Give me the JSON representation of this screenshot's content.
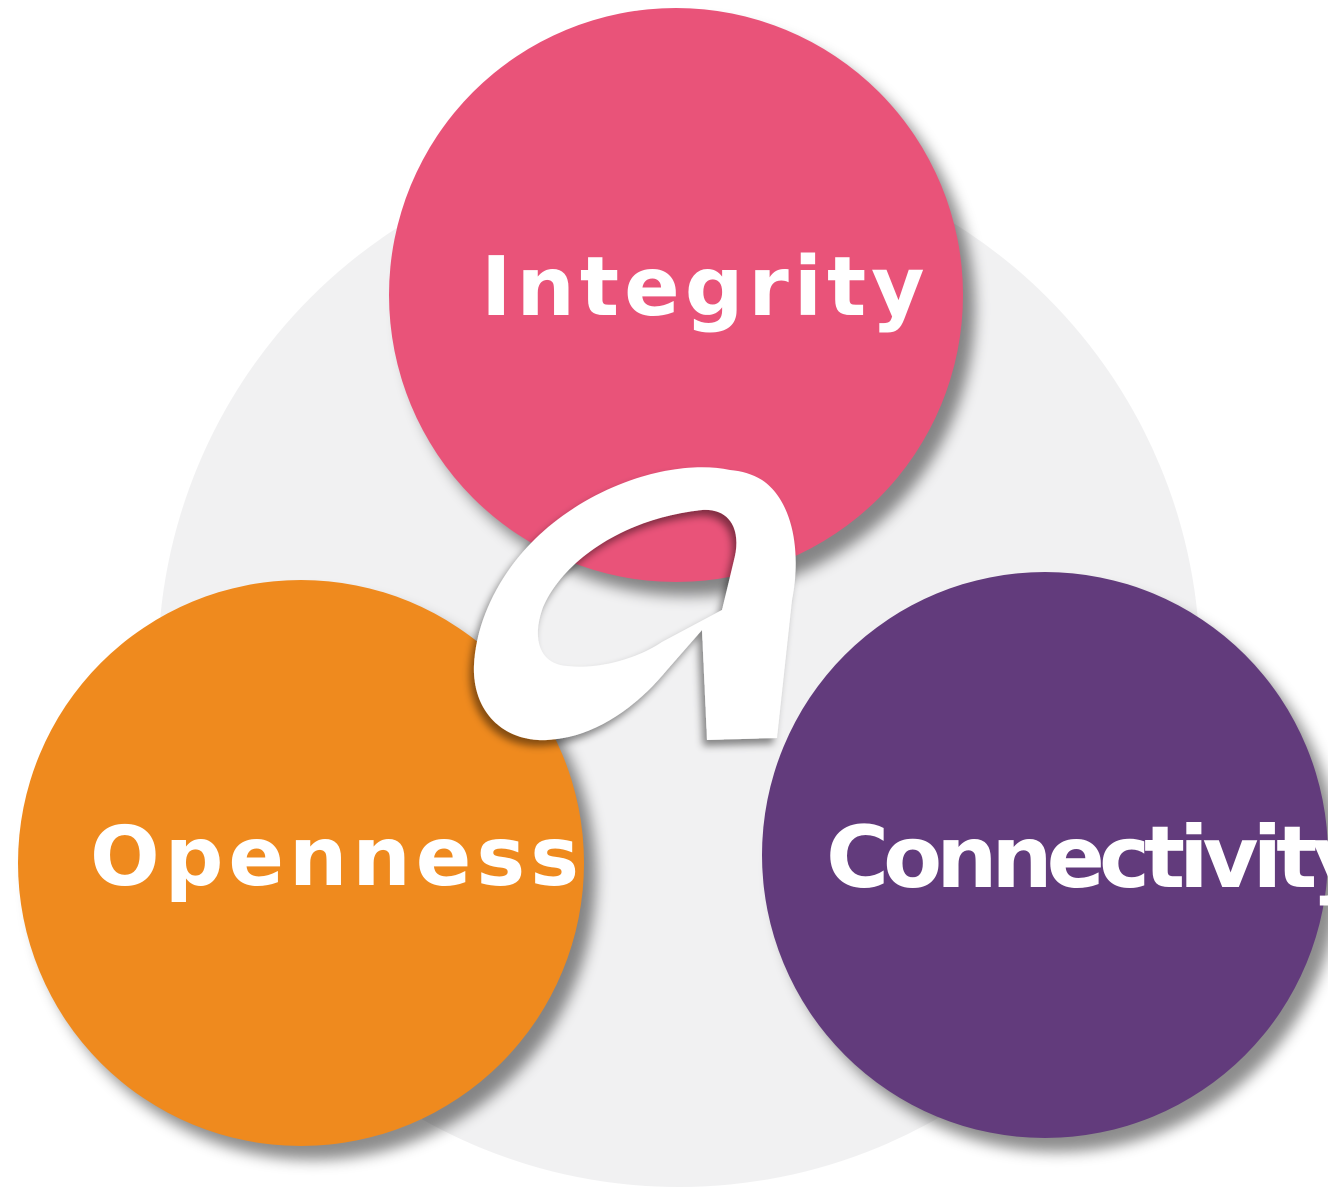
{
  "diagram": {
    "values": [
      {
        "id": "integrity",
        "label": "Integrity",
        "color": "#e95379"
      },
      {
        "id": "openness",
        "label": "Openness",
        "color": "#ef8a1e"
      },
      {
        "id": "connectivity",
        "label": "Connectivity",
        "color": "#623b7c"
      }
    ],
    "background_color": "#f1f1f2",
    "center_logo": {
      "icon": "stylized-a-logo-icon",
      "color": "#ffffff"
    }
  }
}
